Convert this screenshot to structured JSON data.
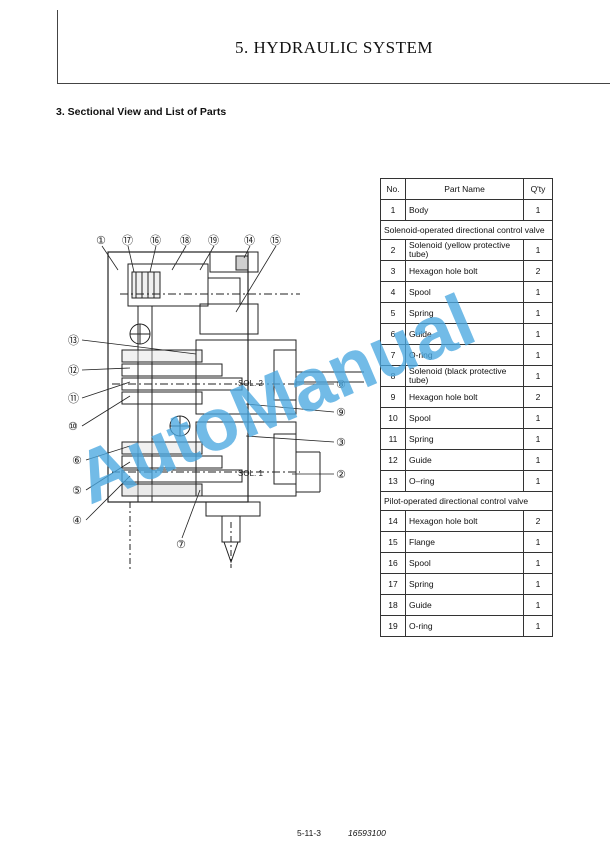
{
  "header": {
    "chapter_title": "5. HYDRAULIC SYSTEM"
  },
  "section": {
    "heading": "3. Sectional View and List of Parts"
  },
  "diagram": {
    "callouts": [
      "①",
      "⑰",
      "⑯",
      "⑱",
      "⑲",
      "⑭",
      "⑮",
      "⑬",
      "⑫",
      "⑪",
      "⑩",
      "⑥",
      "⑤",
      "④",
      "⑦",
      "⑧",
      "⑨",
      "③",
      "②"
    ],
    "sol2_label": "SOL. 2",
    "sol1_label": "SOL. 1"
  },
  "table": {
    "headers": {
      "no": "No.",
      "name": "Part Name",
      "qty": "Q'ty"
    },
    "groups": {
      "solenoid": "Solenoid-operated directional control valve",
      "pilot": "Pilot-operated directional control valve"
    },
    "rows": [
      {
        "no": "1",
        "name": "Body",
        "qty": "1"
      },
      {
        "no": "2",
        "name": "Solenoid (yellow protective tube)",
        "qty": "1"
      },
      {
        "no": "3",
        "name": "Hexagon hole bolt",
        "qty": "2"
      },
      {
        "no": "4",
        "name": "Spool",
        "qty": "1"
      },
      {
        "no": "5",
        "name": "Spring",
        "qty": "1"
      },
      {
        "no": "6",
        "name": "Guide",
        "qty": "1"
      },
      {
        "no": "7",
        "name": "O-ring",
        "qty": "1"
      },
      {
        "no": "8",
        "name": "Solenoid (black protective tube)",
        "qty": "1"
      },
      {
        "no": "9",
        "name": "Hexagon hole bolt",
        "qty": "2"
      },
      {
        "no": "10",
        "name": "Spool",
        "qty": "1"
      },
      {
        "no": "11",
        "name": "Spring",
        "qty": "1"
      },
      {
        "no": "12",
        "name": "Guide",
        "qty": "1"
      },
      {
        "no": "13",
        "name": "O–ring",
        "qty": "1"
      },
      {
        "no": "14",
        "name": "Hexagon hole bolt",
        "qty": "2"
      },
      {
        "no": "15",
        "name": "Flange",
        "qty": "1"
      },
      {
        "no": "16",
        "name": "Spool",
        "qty": "1"
      },
      {
        "no": "17",
        "name": "Spring",
        "qty": "1"
      },
      {
        "no": "18",
        "name": "Guide",
        "qty": "1"
      },
      {
        "no": "19",
        "name": "O-ring",
        "qty": "1"
      }
    ]
  },
  "watermark": {
    "text": "AutoManual",
    "color": "#4aa8e0"
  },
  "footer": {
    "page": "5-11-3",
    "code": "16593100"
  }
}
